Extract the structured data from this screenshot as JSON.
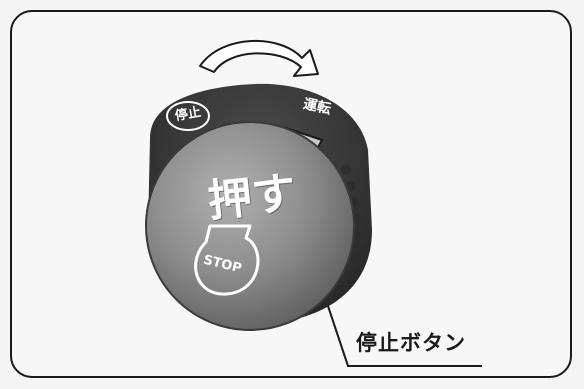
{
  "labels": {
    "stop_badge": "停止",
    "run_label": "運転",
    "push_text": "押す",
    "stop_emblem": "STOP",
    "callout": "停止ボタン"
  },
  "icons": {
    "rotation_arrow": "curved-arrow-right-icon"
  },
  "colors": {
    "frame_border": "#1a1a1a",
    "background": "#f7f7f7",
    "knob_base": "#3a3a3a",
    "button_face": "#8c8c8c",
    "text_light": "#ffffff"
  }
}
